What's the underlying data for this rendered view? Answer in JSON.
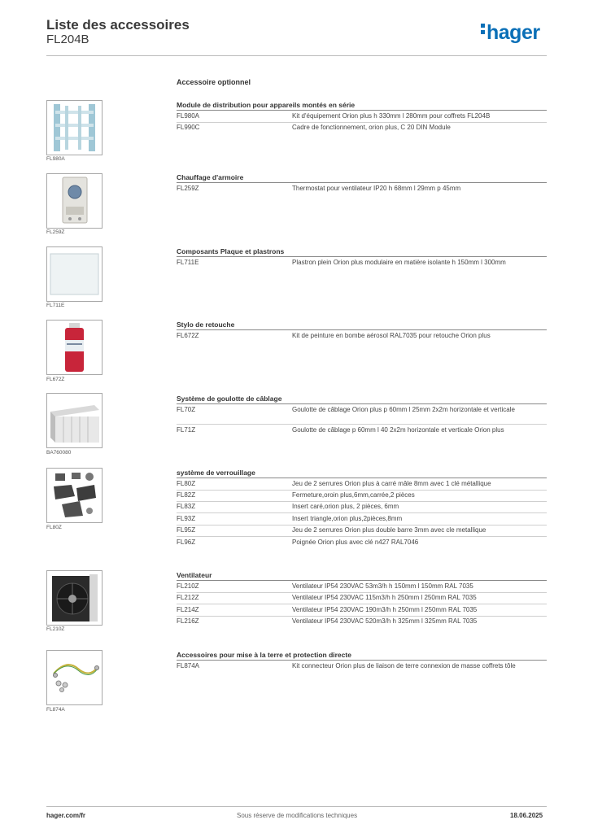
{
  "header": {
    "title": "Liste des accessoires",
    "subtitle": "FL204B",
    "logo": "hager",
    "brand_color": "#0a6fb7"
  },
  "section_title": "Accessoire optionnel",
  "groups": [
    {
      "title": "Module de distribution pour appareils montés en série",
      "image_caption": "FL980A",
      "rows": [
        {
          "ref": "FL980A",
          "desc": "Kit d'équipement Orion plus h 330mm l 280mm pour coffrets FL204B"
        },
        {
          "ref": "FL990C",
          "desc": "Cadre de fonctionnement, orion plus, C 20 DIN Module"
        }
      ]
    },
    {
      "title": "Chauffage d'armoire",
      "image_caption": "FL259Z",
      "rows": [
        {
          "ref": "FL259Z",
          "desc": "Thermostat pour ventilateur IP20 h 68mm l 29mm p 45mm"
        }
      ]
    },
    {
      "title": "Composants Plaque et plastrons",
      "image_caption": "FL711E",
      "rows": [
        {
          "ref": "FL711E",
          "desc": "Plastron plein Orion plus modulaire en matière isolante h 150mm l 300mm"
        }
      ]
    },
    {
      "title": "Stylo de retouche",
      "image_caption": "FL672Z",
      "rows": [
        {
          "ref": "FL672Z",
          "desc": "Kit de peinture en bombe aérosol RAL7035 pour retouche Orion plus"
        }
      ]
    },
    {
      "title": "Système de goulotte de câblage",
      "image_caption": "BA760080",
      "rows": [
        {
          "ref": "FL70Z",
          "desc": "Goulotte de câblage Orion plus p 60mm l 25mm 2x2m horizontale et verticale"
        },
        {
          "ref": "FL71Z",
          "desc": "Goulotte de câblage p 60mm l 40 2x2m horizontale et verticale Orion plus"
        }
      ]
    },
    {
      "title": "système de verrouillage",
      "image_caption": "FL80Z",
      "rows": [
        {
          "ref": "FL80Z",
          "desc": "Jeu de 2 serrures Orion plus à carré mâle 8mm avec 1 clé métallique"
        },
        {
          "ref": "FL82Z",
          "desc": "Fermeture,oroin plus,6mm,carrée,2 pièces"
        },
        {
          "ref": "FL83Z",
          "desc": "Insert caré,orion plus, 2 pièces, 6mm"
        },
        {
          "ref": "FL93Z",
          "desc": "Insert triangle,orion plus,2pièces,8mm"
        },
        {
          "ref": "FL95Z",
          "desc": "Jeu de 2 serrures Orion plus double barre 3mm avec cle metallique"
        },
        {
          "ref": "FL96Z",
          "desc": "Poignée Orion plus avec clé n427 RAL7046"
        }
      ]
    },
    {
      "title": "Ventilateur",
      "image_caption": "FL210Z",
      "rows": [
        {
          "ref": "FL210Z",
          "desc": "Ventilateur IP54 230VAC 53m3/h h 150mm l 150mm RAL 7035"
        },
        {
          "ref": "FL212Z",
          "desc": "Ventilateur IP54 230VAC 115m3/h h 250mm l 250mm RAL 7035"
        },
        {
          "ref": "FL214Z",
          "desc": "Ventilateur IP54 230VAC 190m3/h h 250mm l 250mm RAL 7035"
        },
        {
          "ref": "FL216Z",
          "desc": "Ventilateur IP54 230VAC 520m3/h h 325mm l 325mm RAL 7035"
        }
      ]
    },
    {
      "title": "Accessoires pour mise à la terre et protection directe",
      "image_caption": "FL874A",
      "rows": [
        {
          "ref": "FL874A",
          "desc": "Kit connecteur Orion plus de liaison de terre connexion de masse coffrets tôle"
        }
      ]
    }
  ],
  "footer": {
    "website": "hager.com/fr",
    "notice": "Sous réserve de modifications techniques",
    "date": "18.06.2025"
  }
}
